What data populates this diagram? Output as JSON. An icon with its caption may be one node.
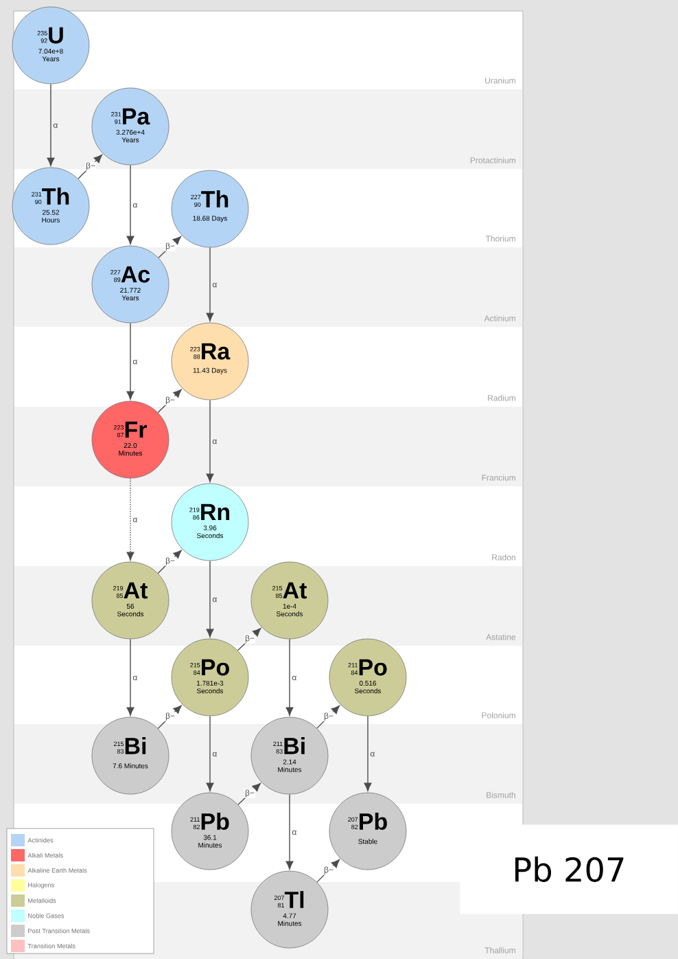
{
  "diagram": {
    "nodes": [
      {
        "text": [
          "235",
          "92",
          "U",
          "7.04e+8 Years"
        ]
      },
      {
        "text": [
          "231",
          "91",
          "Pa",
          "3.276e+4 Years"
        ]
      },
      {
        "text": [
          "231",
          "90",
          "Th",
          "25.52 Hours"
        ]
      },
      {
        "text": [
          "227",
          "90",
          "Th",
          "18.68 Days"
        ]
      },
      {
        "text": [
          "227",
          "89",
          "Ac",
          "21.772 Years"
        ]
      },
      {
        "text": [
          "223",
          "88",
          "Ra",
          "11.43 Days"
        ]
      },
      {
        "text": [
          "223",
          "87",
          "Fr",
          "22.0 Minutes"
        ]
      },
      {
        "text": [
          "219",
          "86",
          "Rn",
          "3.96 Seconds"
        ]
      },
      {
        "text": [
          "219",
          "85",
          "At",
          "56 Seconds"
        ]
      },
      {
        "text": [
          "215",
          "85",
          "At",
          "1e-4 Seconds"
        ]
      },
      {
        "text": [
          "215",
          "84",
          "Po",
          "1.781e-3 Seconds"
        ]
      },
      {
        "text": [
          "211",
          "84",
          "Po",
          "0.516 Seconds"
        ]
      },
      {
        "text": [
          "215",
          "83",
          "Bi",
          "7.6 Minutes"
        ]
      },
      {
        "text": [
          "211",
          "83",
          "Bi",
          "2.14 Minutes"
        ]
      },
      {
        "text": [
          "211",
          "82",
          "Pb",
          "36.1 Minutes"
        ]
      },
      {
        "text": [
          "207",
          "82",
          "Pb",
          "Stable"
        ]
      },
      {
        "text": [
          "207",
          "81",
          "Tl",
          "4.77 Minutes"
        ]
      }
    ],
    "edges": [
      {
        "from": 0,
        "to": 2,
        "arrow": "to",
        "label": "α"
      },
      {
        "from": 2,
        "to": 1,
        "arrow": "to",
        "label": "β−"
      },
      {
        "from": 1,
        "to": 4,
        "arrow": "to",
        "label": "α"
      },
      {
        "from": 4,
        "to": 3,
        "arrow": "to",
        "label": "β−"
      },
      {
        "from": 3,
        "to": 5,
        "arrow": "to",
        "label": "α"
      },
      {
        "from": 4,
        "to": 6,
        "arrow": "to",
        "label": "α"
      },
      {
        "from": 6,
        "to": 5,
        "arrow": "to",
        "label": "β−"
      },
      {
        "from": 5,
        "to": 7,
        "arrow": "to",
        "label": "α"
      },
      {
        "from": 6,
        "to": 8,
        "arrow": "to",
        "label": "α",
        "style": "dashed"
      },
      {
        "from": 8,
        "to": 7,
        "arrow": "to",
        "label": "β−"
      },
      {
        "from": 7,
        "to": 10,
        "arrow": "to",
        "label": "α"
      },
      {
        "from": 8,
        "to": 12,
        "arrow": "to",
        "label": "α"
      },
      {
        "from": 12,
        "to": 10,
        "arrow": "to",
        "label": "β−"
      },
      {
        "from": 10,
        "to": 9,
        "arrow": "to",
        "label": "β−"
      },
      {
        "from": 10,
        "to": 14,
        "arrow": "to",
        "label": "α"
      },
      {
        "from": 9,
        "to": 13,
        "arrow": "to",
        "label": "α"
      },
      {
        "from": 14,
        "to": 13,
        "arrow": "to",
        "label": "β−"
      },
      {
        "from": 13,
        "to": 11,
        "arrow": "to",
        "label": "β−"
      },
      {
        "from": 13,
        "to": 16,
        "arrow": "to",
        "label": "α"
      },
      {
        "from": 11,
        "to": 15,
        "arrow": "to",
        "label": "α"
      },
      {
        "from": 16,
        "to": 15,
        "arrow": "to",
        "label": "β−"
      }
    ],
    "labels": [
      "Uranium",
      "Protactinium",
      "Thorium",
      "Actinium",
      "Radium",
      "Francium",
      "Radon",
      "Astatine",
      "Polonium",
      "Bismuth",
      "Thallium",
      "Pb 207"
    ],
    "legend": [
      {
        "text": "Actinides",
        "color": "#b3d4f5"
      },
      {
        "text": "Alkali Metals",
        "color": "#ff6666"
      },
      {
        "text": "Alkaline Earth Metals",
        "color": "#ffdead"
      },
      {
        "text": "Halogens",
        "color": "#ffff99"
      },
      {
        "text": "Metalloids",
        "color": "#cccc99"
      },
      {
        "text": "Noble Gases",
        "color": "#c0ffff"
      },
      {
        "text": "Post Transition Metals",
        "color": "#cccccc"
      },
      {
        "text": "Transition Metals",
        "color": "#ffc0c0"
      }
    ]
  }
}
